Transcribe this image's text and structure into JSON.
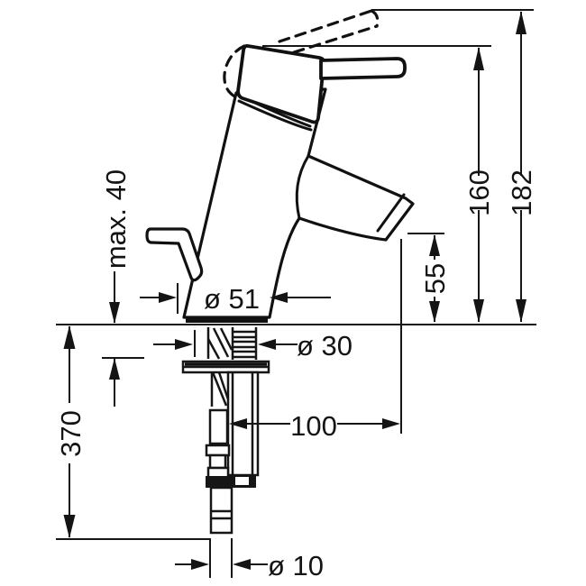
{
  "drawing": {
    "kind": "faucet installation dimension drawing",
    "line_color": "#141414",
    "background_color": "#ffffff"
  },
  "labels": {
    "max_mounting_thickness": "max. 40",
    "base_diameter": "ø 51",
    "tap_hole_diameter": "ø 30",
    "spout_clearance_height": "55",
    "height_to_lever": "160",
    "total_height": "182",
    "supply_connection_depth": "370",
    "hose_projection": "100",
    "pull_rod_diameter": "ø 10"
  }
}
